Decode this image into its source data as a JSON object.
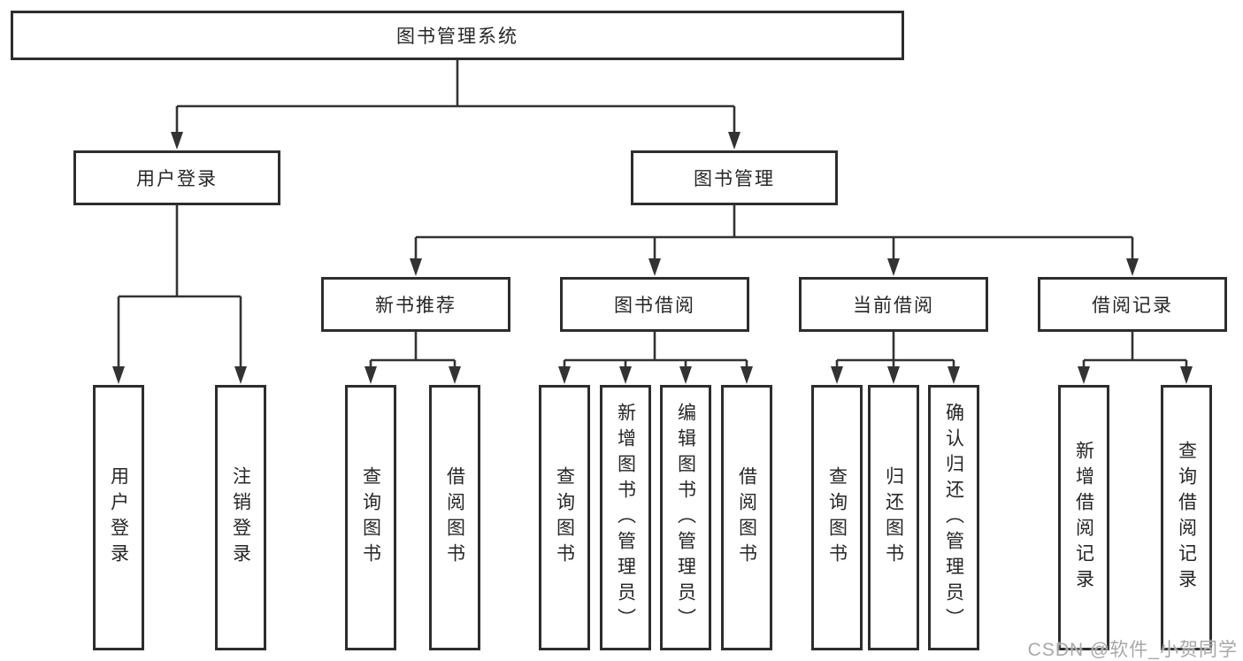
{
  "diagram_title": "图书管理系统",
  "watermark": "CSDN @软件_小贺同学",
  "colors": {
    "line": "#333333",
    "box_border": "#2d2d2d",
    "box_fill": "#ffffff",
    "text": "#262626",
    "watermark": "#a8a8a8"
  },
  "root": {
    "label": "图书管理系统"
  },
  "level2": [
    {
      "label": "用户登录"
    },
    {
      "label": "图书管理"
    }
  ],
  "level3": [
    {
      "label": "新书推荐"
    },
    {
      "label": "图书借阅"
    },
    {
      "label": "当前借阅"
    },
    {
      "label": "借阅记录"
    }
  ],
  "leaves": {
    "user_login": [
      "用户登录",
      "注销登录"
    ],
    "new_books": [
      "查询图书",
      "借阅图书"
    ],
    "borrowing": [
      "查询图书",
      "新增图书（管理员）",
      "编辑图书（管理员）",
      "借阅图书"
    ],
    "current": [
      "查询图书",
      "归还图书",
      "确认归还（管理员）"
    ],
    "records": [
      "新增借阅记录",
      "查询借阅记录"
    ]
  }
}
